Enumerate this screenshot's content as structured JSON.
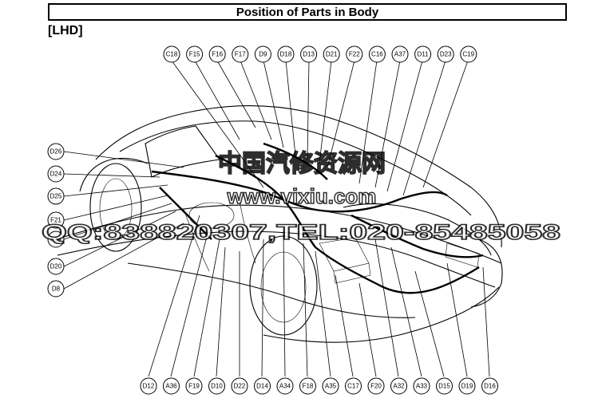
{
  "title": "Position of Parts in Body",
  "variant": "[LHD]",
  "watermark": {
    "line1": "中国汽修资源网",
    "line2": "www.vixiu.com",
    "line3": "QQ:838820307,TEL:020-85485058"
  },
  "callouts": {
    "top": [
      "C18",
      "F15",
      "F16",
      "F17",
      "D9",
      "D18",
      "D13",
      "D21",
      "F22",
      "C16",
      "A37",
      "D11",
      "D23",
      "C19"
    ],
    "left": [
      "D26",
      "D24",
      "D25",
      "F21",
      "F14",
      "D20",
      "D8"
    ],
    "bottom": [
      "D12",
      "A36",
      "F19",
      "D10",
      "D22",
      "D14",
      "A34",
      "F18",
      "A35",
      "C17",
      "F20",
      "A32",
      "A33",
      "D15",
      "D19",
      "D16"
    ]
  }
}
